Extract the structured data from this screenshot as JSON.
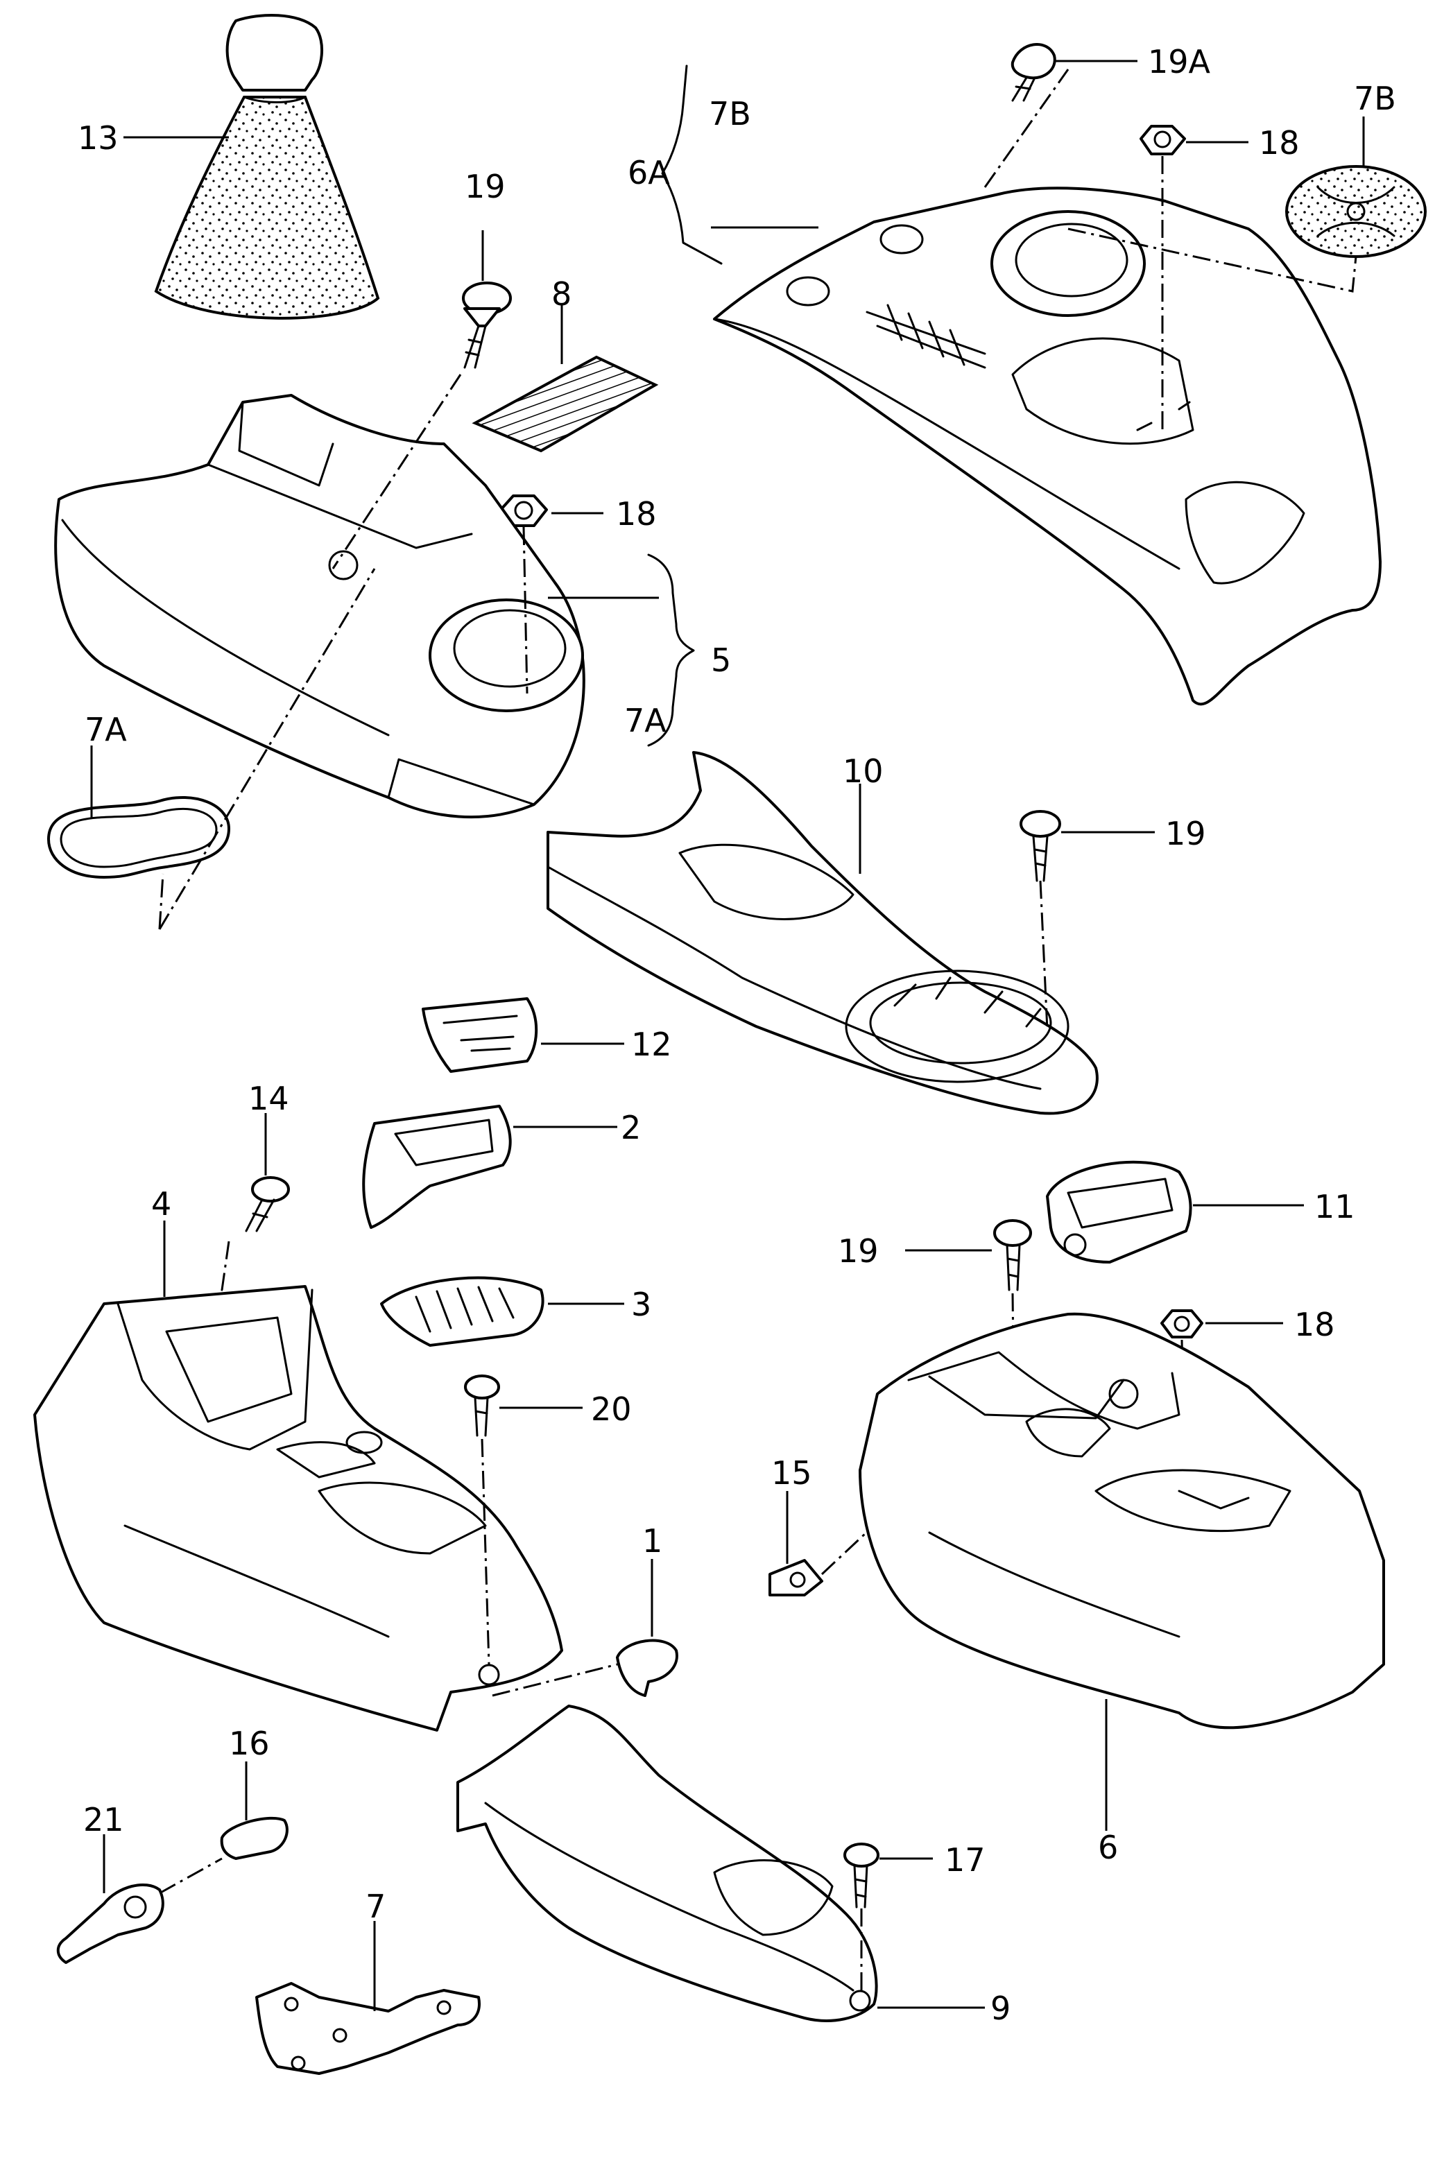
{
  "labels": {
    "l13": "13",
    "l19_top": "19",
    "l8": "8",
    "l18_mid": "18",
    "l5": "5",
    "l7a_mid": "7A",
    "l7a_left": "7A",
    "l19a": "19A",
    "l7b_top": "7B",
    "l6a": "6A",
    "l18_top": "18",
    "l7b_right": "7B",
    "l10": "10",
    "l19_right": "19",
    "l12": "12",
    "l2": "2",
    "l14": "14",
    "l4": "4",
    "l3": "3",
    "l20": "20",
    "l1": "1",
    "l11": "11",
    "l19_mid": "19",
    "l18_low": "18",
    "l15": "15",
    "l6": "6",
    "l16": "16",
    "l21": "21",
    "l17": "17",
    "l7": "7",
    "l9": "9"
  }
}
